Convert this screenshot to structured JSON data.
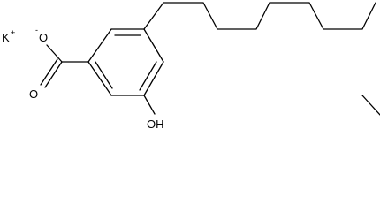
{
  "molecule": {
    "counterion": {
      "symbol": "K",
      "charge": "+"
    },
    "carboxylate_oxygen_top": {
      "symbol": "O",
      "charge": "-"
    },
    "carboxylate_oxygen_bottom": {
      "symbol": "O",
      "charge": ""
    },
    "hydroxyl": {
      "symbol": "OH"
    },
    "colors": {
      "bond": "#000000",
      "text": "#000000",
      "background": "#ffffff"
    }
  }
}
